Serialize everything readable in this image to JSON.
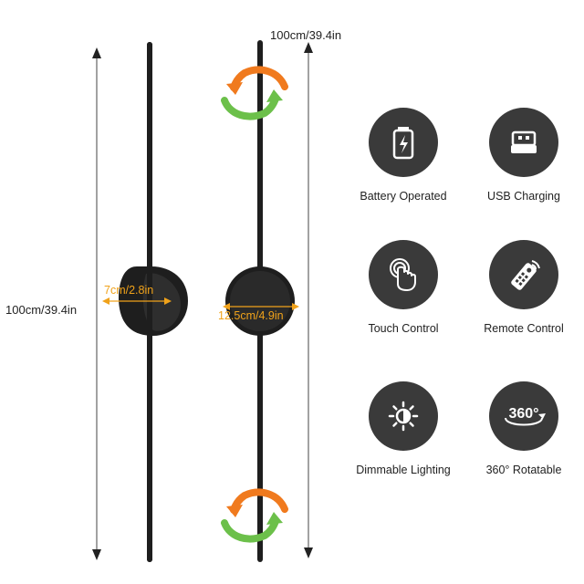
{
  "dimensions": {
    "total_length_label": "100cm/39.4in",
    "height_label": "100cm/39.4in",
    "base_depth_label": "7cm/2.8in",
    "base_diameter_label": "12.5cm/4.9in"
  },
  "features": [
    {
      "label": "Battery Operated",
      "icon": "battery-icon"
    },
    {
      "label": "USB Charging",
      "icon": "usb-icon"
    },
    {
      "label": "Touch Control",
      "icon": "touch-icon"
    },
    {
      "label": "Remote Control",
      "icon": "remote-icon"
    },
    {
      "label": "Dimmable Lighting",
      "icon": "sun-icon"
    },
    {
      "label": "360° Rotatable",
      "icon": "rotate-360-icon"
    }
  ],
  "colors": {
    "lamp": "#1e1e1e",
    "icon_bg": "#3a3a3a",
    "accent_orange": "#f0a21a",
    "arrow_orange": "#f07a1e",
    "arrow_green": "#6cc04a"
  }
}
